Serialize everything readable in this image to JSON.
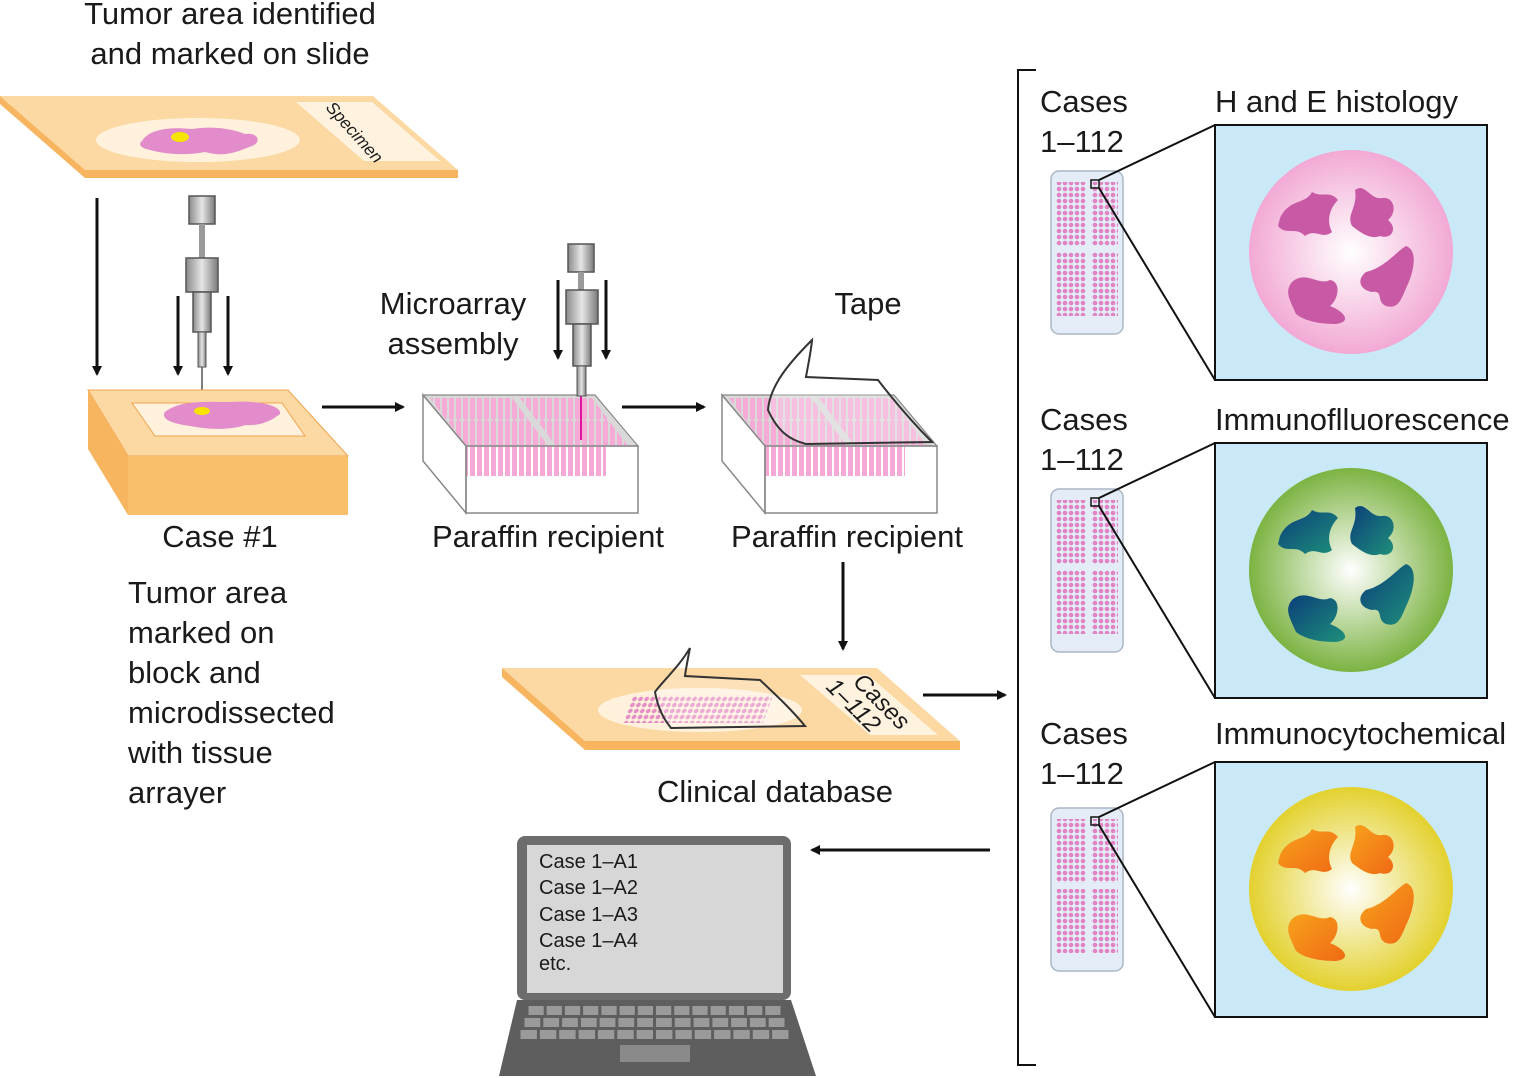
{
  "labels": {
    "slide_title_line1": "Tumor area identified",
    "slide_title_line2": "and marked on slide",
    "slide_tag": "Specimen",
    "block_case": "Case #1",
    "block_desc": [
      "Tumor area",
      "marked on",
      "block and",
      "microdissected",
      "with tissue",
      "arrayer"
    ],
    "microarray_line1": "Microarray",
    "microarray_line2": "assembly",
    "tape": "Tape",
    "recipient_1": "Paraffin recipient",
    "recipient_2": "Paraffin recipient",
    "slide2_tag_line1": "Cases",
    "slide2_tag_line2": "1–112",
    "clinical_database": "Clinical database"
  },
  "laptop": {
    "lines": [
      "Case 1–A1",
      "Case 1–A2",
      "Case 1–A3",
      "Case 1–A4",
      "etc."
    ]
  },
  "panels": [
    {
      "cases_line1": "Cases",
      "cases_line2": "1–112",
      "title": "H and E histology",
      "cell_fill": "#f2a9d4",
      "cell_center": "#ffffff",
      "nucleus": "#c85aa5",
      "bg": "#c9e9f8"
    },
    {
      "cases_line1": "Cases",
      "cases_line2": "1–112",
      "title": "Immunoflluorescence",
      "cell_fill": "#7cb342",
      "cell_center": "#ffffff",
      "nucleus": "#0d5c8a",
      "bg": "#c9e9f8"
    },
    {
      "cases_line1": "Cases",
      "cases_line2": "1–112",
      "title": "Immunocytochemical",
      "cell_fill": "#e3d12e",
      "cell_center": "#ffffff",
      "nucleus": "#f28a1c",
      "bg": "#c9e9f8"
    }
  ],
  "colors": {
    "slide_fill": "#fcd8a2",
    "slide_edge": "#f7b560",
    "block_top": "#fcd8a2",
    "block_front": "#f9bf6a",
    "core_pink": "#f19ed2",
    "tumor": "#e28ccb",
    "marker": "#f6e400"
  }
}
